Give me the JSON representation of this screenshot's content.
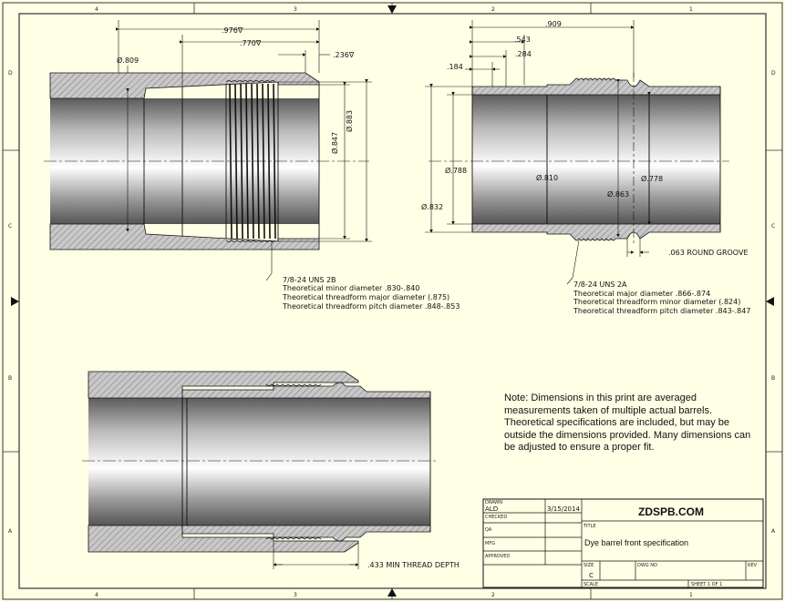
{
  "zones": {
    "top": [
      "4",
      "3",
      "2",
      "1"
    ],
    "bottom": [
      "4",
      "3",
      "2",
      "1"
    ],
    "left": [
      "D",
      "C",
      "B",
      "A"
    ],
    "right": [
      "D",
      "C",
      "B",
      "A"
    ]
  },
  "view1": {
    "dims": {
      "d809": "Ø.809",
      "d976": ".976∇",
      "d770": ".770∇",
      "d236": ".236∇",
      "d847": "Ø.847",
      "d883": "Ø.883"
    },
    "thread_callout": [
      "7/8-24 UNS 2B",
      "Theoretical minor diameter .830-.840",
      "Theoretical threadform major diameter (.875)",
      "Theoretical threadform pitch diameter .848-.853"
    ]
  },
  "view2": {
    "dims": {
      "d909": ".909",
      "d543": ".543",
      "d284": ".284",
      "d184": ".184",
      "d788": "Ø.788",
      "d832": "Ø.832",
      "d810": "Ø.810",
      "d863": "Ø.863",
      "d778": "Ø.778",
      "groove": ".063 ROUND GROOVE"
    },
    "thread_callout": [
      "7/8-24 UNS 2A",
      "Theoretical major diameter .866-.874",
      "Theoretical threadform minor diameter (.824)",
      "Theoretical threadform pitch diameter .843-.847"
    ]
  },
  "view3": {
    "dims": {
      "depth": ".433 MIN THREAD DEPTH"
    }
  },
  "note": [
    "Note: Dimensions in this print are averaged",
    "measurements taken of multiple actual barrels.",
    "Theoretical specifications are included, but may be",
    "outside the dimensions provided. Many dimensions can",
    "be adjusted to ensure a proper fit."
  ],
  "title_block": {
    "drawn_label": "DRAWN",
    "drawn_by": "ALD",
    "date": "3/15/2014",
    "checked_label": "CHECKED",
    "qa_label": "QA",
    "mfg_label": "MFG",
    "approved_label": "APPROVED",
    "company": "ZDSPB.COM",
    "title_label": "TITLE",
    "title": "Dye barrel front specification",
    "size_label": "SIZE",
    "size": "C",
    "dwg_label": "DWG NO",
    "rev_label": "REV",
    "scale_label": "SCALE",
    "sheet": "SHEET 1  OF 1"
  }
}
